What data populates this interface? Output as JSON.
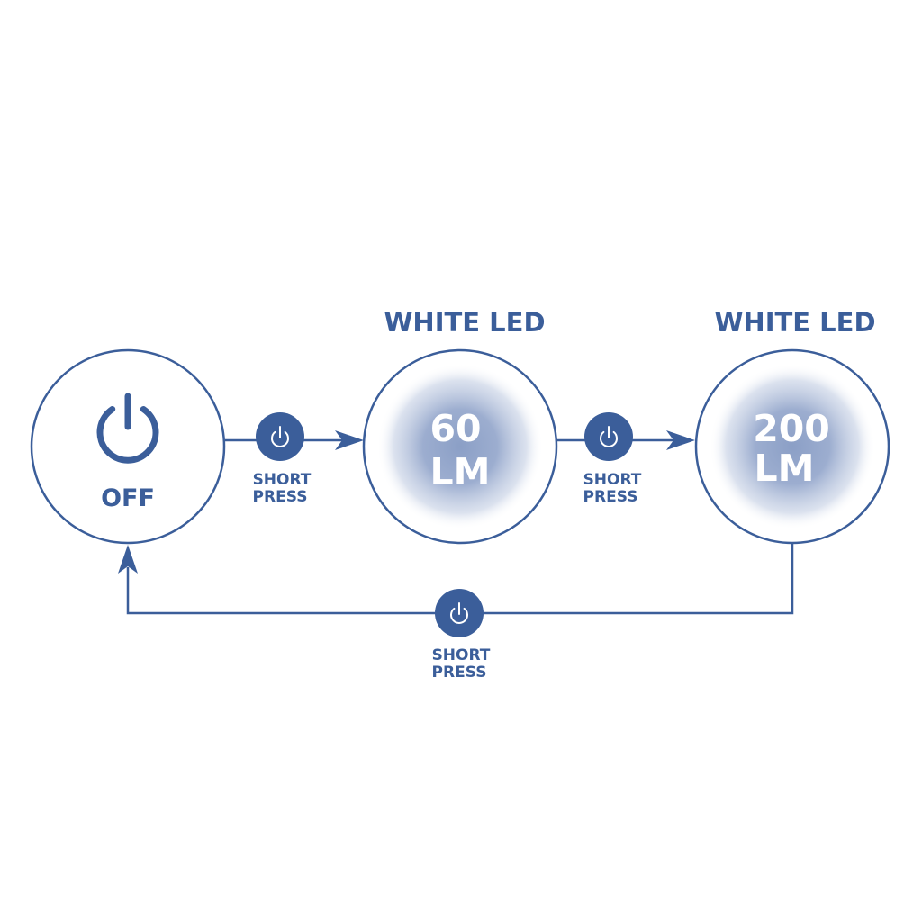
{
  "colors": {
    "primary": "#3b5e9a",
    "glow": "#8b9fc6",
    "background": "#ffffff",
    "on_primary": "#ffffff"
  },
  "off_state": {
    "icon": "power-icon",
    "label": "OFF"
  },
  "led_60": {
    "title": "WHITE LED",
    "value_line1": "60",
    "value_line2": "LM"
  },
  "led_200": {
    "title": "WHITE LED",
    "value_line1": "200",
    "value_line2": "LM"
  },
  "press_1": {
    "icon": "power-icon",
    "label_line1": "SHORT",
    "label_line2": "PRESS"
  },
  "press_2": {
    "icon": "power-icon",
    "label_line1": "SHORT",
    "label_line2": "PRESS"
  },
  "press_3": {
    "icon": "power-icon",
    "label_line1": "SHORT",
    "label_line2": "PRESS"
  }
}
